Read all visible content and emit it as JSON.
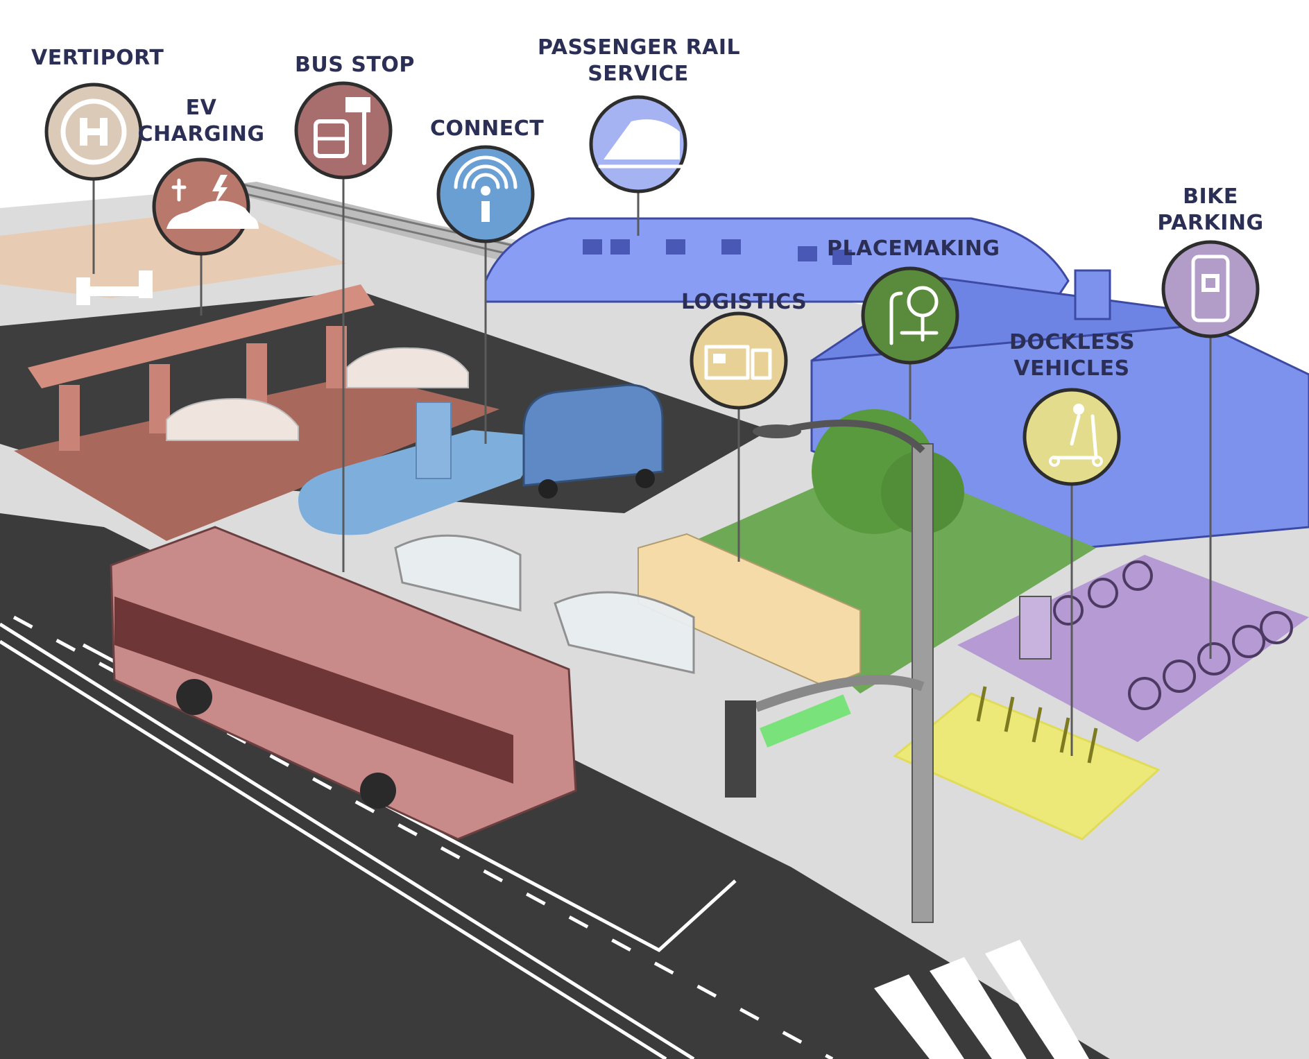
{
  "labels": {
    "vertiport": "VERTIPORT",
    "ev_line1": "EV",
    "ev_line2": "CHARGING",
    "bus_stop": "BUS STOP",
    "connect": "CONNECT",
    "rail_line1": "PASSENGER RAIL",
    "rail_line2": "SERVICE",
    "logistics": "LOGISTICS",
    "placemaking": "PLACEMAKING",
    "bike_line1": "BIKE",
    "bike_line2": "PARKING",
    "dockless_line1": "DOCKLESS",
    "dockless_line2": "VEHICLES"
  },
  "icons": {
    "vertiport": "helipad-h-icon",
    "ev_charging": "plug-car-icon",
    "bus_stop": "bus-icon",
    "connect": "wireless-info-icon",
    "passenger_rail": "train-icon",
    "logistics": "parcel-locker-icon",
    "placemaking": "park-icon",
    "dockless_vehicles": "scooter-icon",
    "bike_parking": "phone-qr-icon"
  },
  "colors": {
    "vertiport": "#d9c6b8",
    "ev_charging": "#b8796c",
    "bus_stop": "#a86e6e",
    "connect": "#6a9fd3",
    "passenger_rail": "#a6b3f3",
    "logistics": "#e8d196",
    "placemaking": "#5a8a3c",
    "dockless_vehicles": "#e2dc8c",
    "bike_parking": "#b29cc8",
    "road": "#3c3c3c",
    "sidewalk": "#dddddd"
  }
}
